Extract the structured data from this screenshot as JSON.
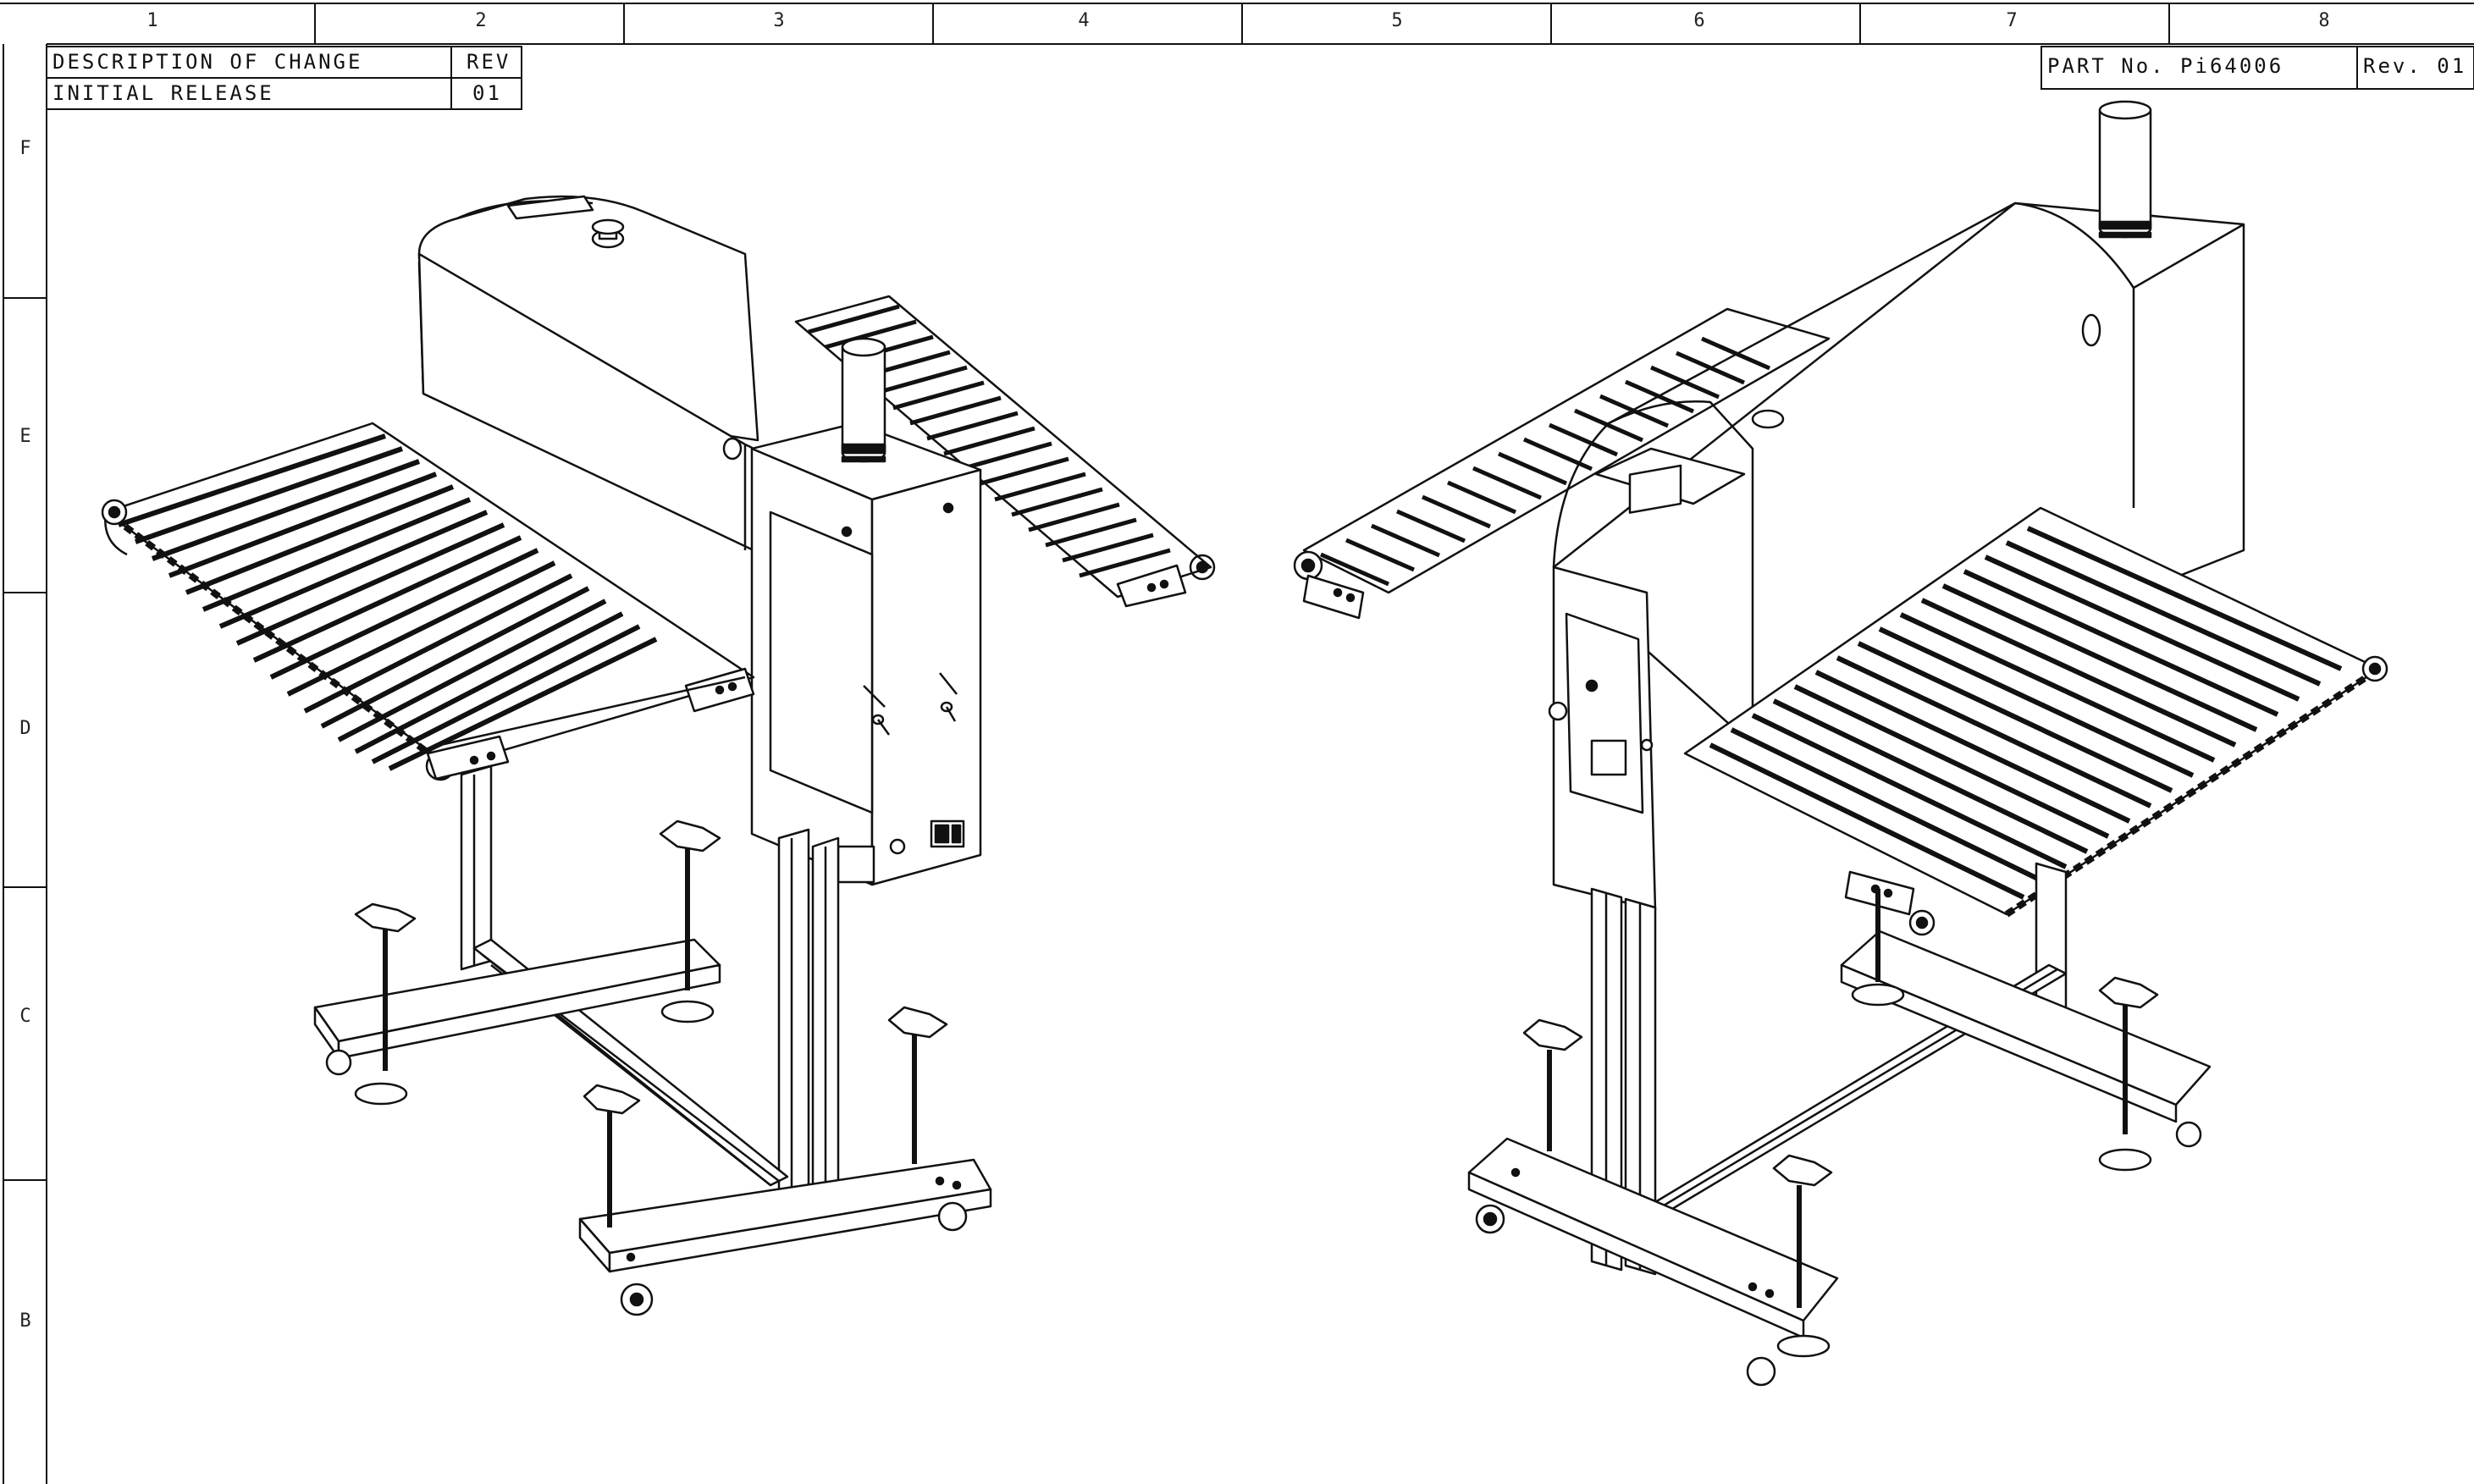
{
  "border": {
    "columns": [
      "1",
      "2",
      "3",
      "4",
      "5",
      "6",
      "7",
      "8"
    ],
    "rows": [
      "F",
      "E",
      "D",
      "C",
      "B"
    ]
  },
  "revision_block": {
    "header_description": "DESCRIPTION OF CHANGE",
    "header_rev": "REV",
    "row_description": "INITIAL RELEASE",
    "row_rev": "01"
  },
  "part_block": {
    "part_number": "PART No. Pi64006",
    "revision": "Rev. 01"
  },
  "views": [
    {
      "name": "left-isometric-view",
      "subject": "conveyor-metal-detector"
    },
    {
      "name": "right-isometric-view",
      "subject": "conveyor-metal-detector"
    }
  ],
  "colors": {
    "line": "#111111",
    "background": "#ffffff",
    "fill_dark": "#1a1a1a",
    "fill_light": "#f2f2f2"
  }
}
